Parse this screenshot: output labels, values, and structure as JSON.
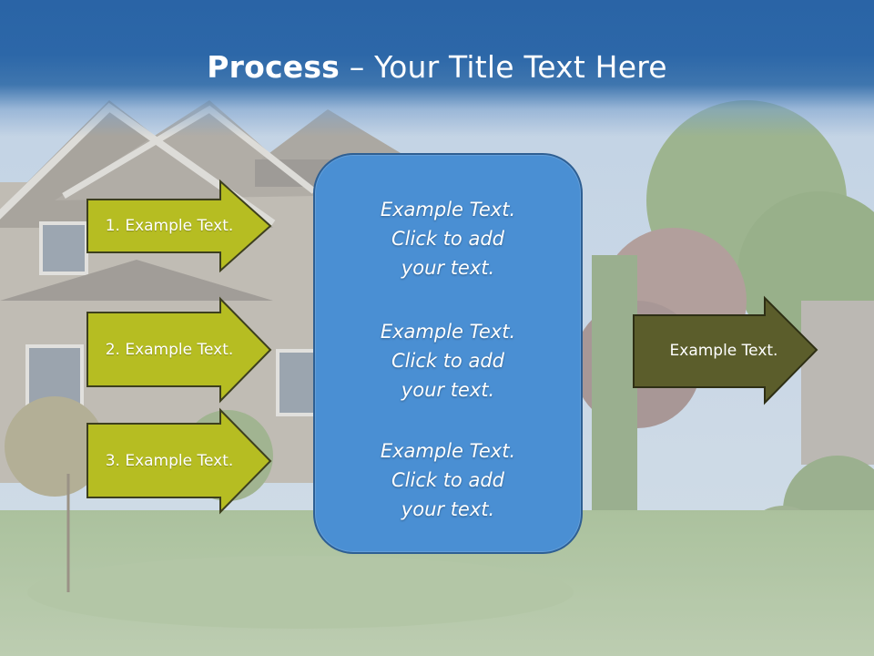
{
  "slide": {
    "title_bold": "Process",
    "title_rest": " – Your Title Text Here"
  },
  "left_arrows": [
    {
      "label": "1. Example Text."
    },
    {
      "label": "2. Example Text."
    },
    {
      "label": "3. Example Text."
    }
  ],
  "center_box": {
    "texts": [
      "Example Text.\nClick  to add\nyour text.",
      "Example Text.\nClick  to add\nyour text.",
      "Example Text.\nClick  to add\nyour text."
    ]
  },
  "right_arrow": {
    "label": "Example Text."
  },
  "colors": {
    "title_band": "#2a64a6",
    "left_arrow_fill": "#b6bd22",
    "left_arrow_stroke": "#3d3f1e",
    "center_box_fill": "#4a8fd3",
    "center_box_stroke": "#2e5f93",
    "right_arrow_fill": "#5b5d2b",
    "right_arrow_stroke": "#2e2f15"
  }
}
